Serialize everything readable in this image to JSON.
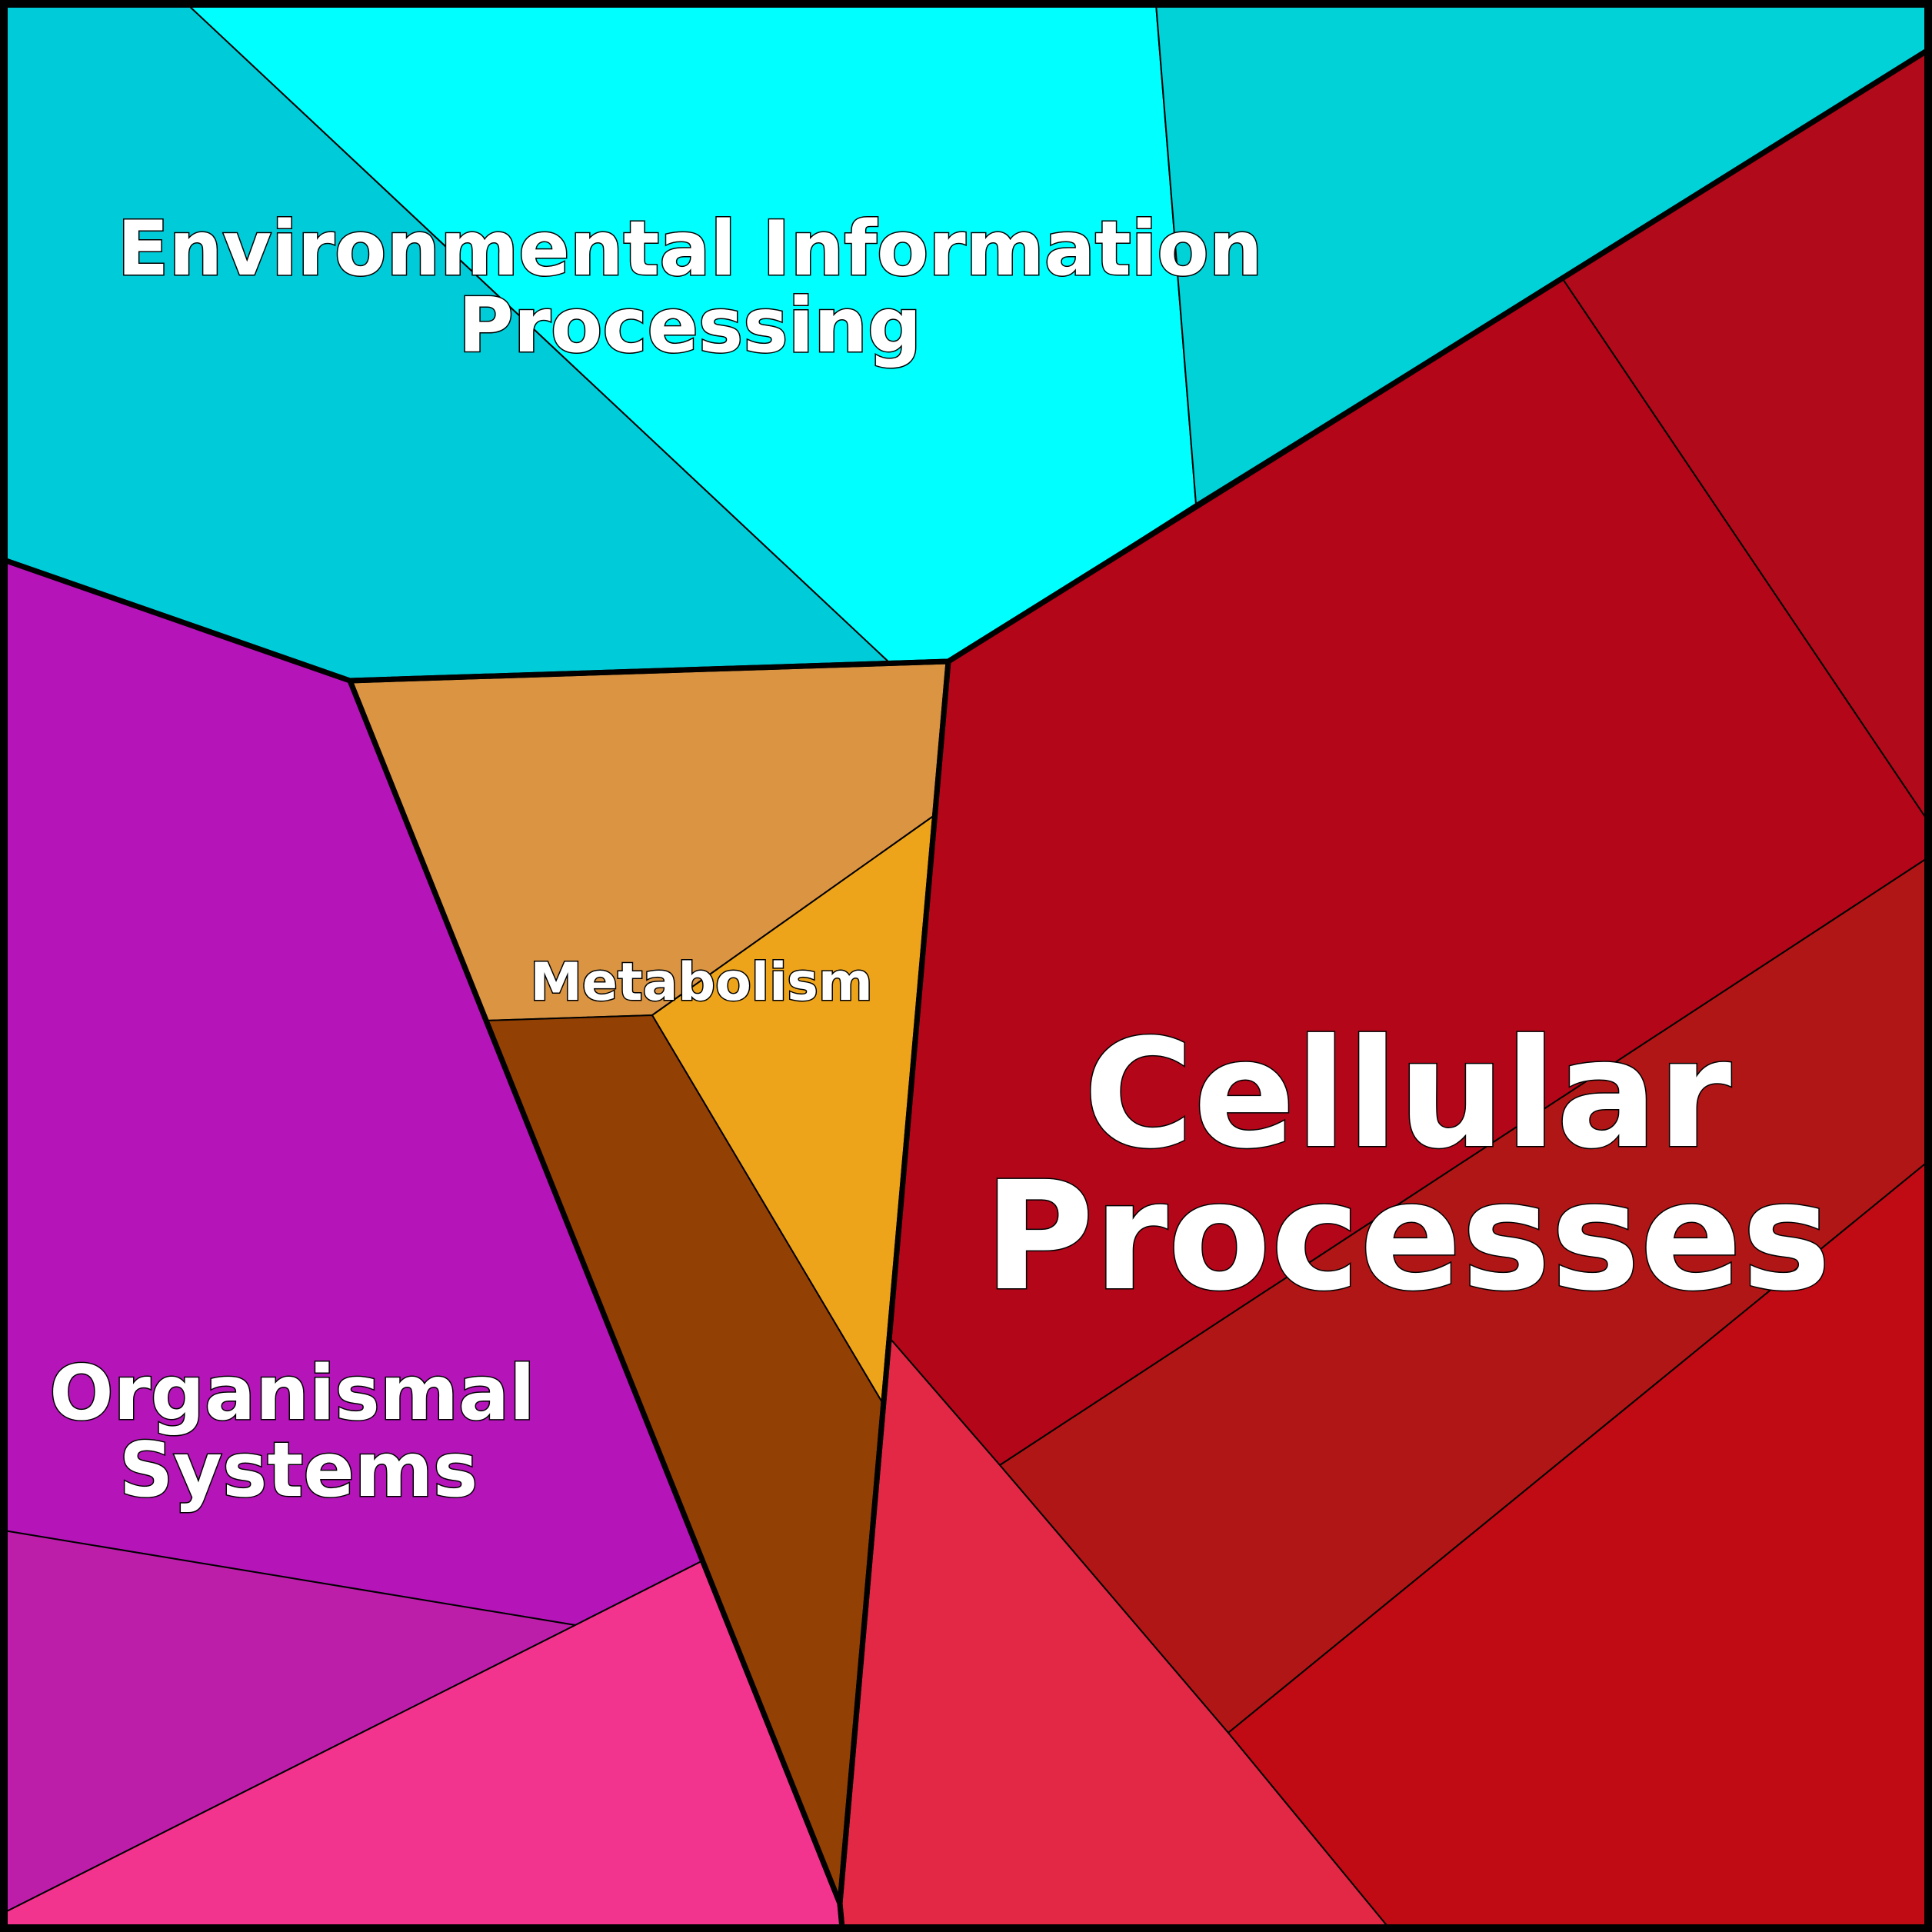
{
  "groups": [
    {
      "name": "Environmental Information Processing",
      "lines": [
        "Environmental Information",
        "Processing"
      ],
      "colors": [
        "#00CCD9",
        "#00FFFF",
        "#00D2D8"
      ]
    },
    {
      "name": "Cellular Processes",
      "lines": [
        "Cellular",
        "Processes"
      ],
      "colors": [
        "#B10A1A",
        "#B30619",
        "#B01616",
        "#C00A14",
        "#E22845"
      ]
    },
    {
      "name": "Metabolism",
      "lines": [
        "Metabolism"
      ],
      "colors": [
        "#DA9442",
        "#EEA41A",
        "#934004"
      ]
    },
    {
      "name": "Organismal Systems",
      "lines": [
        "Organismal",
        "Systems"
      ],
      "colors": [
        "#B414B8",
        "#BC1EAA",
        "#F2348E"
      ]
    }
  ]
}
